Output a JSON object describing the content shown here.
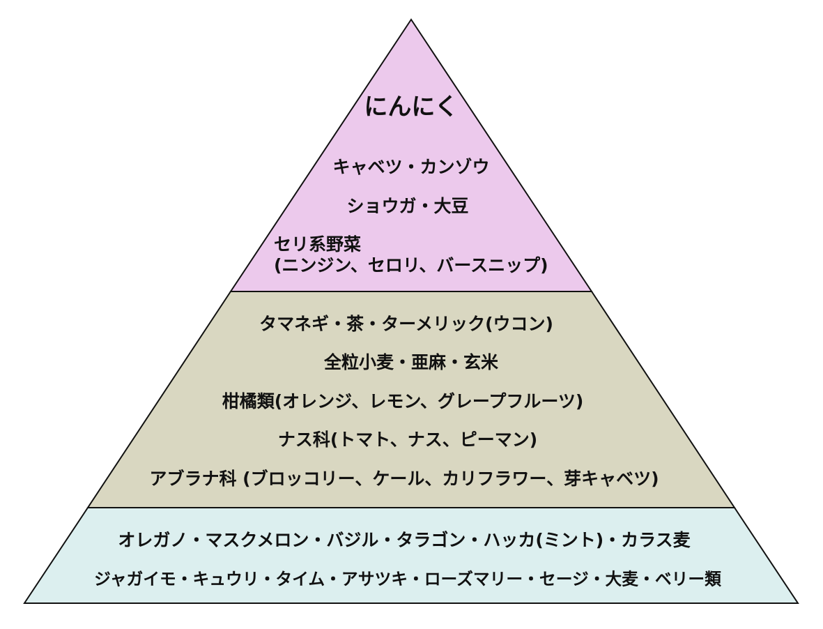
{
  "colors": {
    "top_tier": "#ecc9ec",
    "middle_tier": "#d9d7c1",
    "bottom_tier": "#dcefef",
    "outline": "#111111"
  },
  "top_tier": {
    "title": "にんにく",
    "items": [
      "キャベツ・カンゾウ",
      "ショウガ・大豆"
    ],
    "multiline_item": [
      "セリ系野菜",
      "(ニンジン、セロリ、バースニップ)"
    ]
  },
  "middle_tier": {
    "items": [
      "タマネギ・茶・ターメリック(ウコン)",
      "全粒小麦・亜麻・玄米",
      "柑橘類(オレンジ、レモン、グレープフルーツ)",
      "ナス科(トマト、ナス、ピーマン)",
      "アブラナ科 (ブロッコリー、ケール、カリフラワー、芽キャベツ)"
    ]
  },
  "bottom_tier": {
    "items": [
      "オレガノ・マスクメロン・バジル・タラゴン・ハッカ(ミント)・カラス麦",
      "ジャガイモ・キュウリ・タイム・アサツキ・ローズマリー・セージ・大麦・ベリー類"
    ]
  }
}
